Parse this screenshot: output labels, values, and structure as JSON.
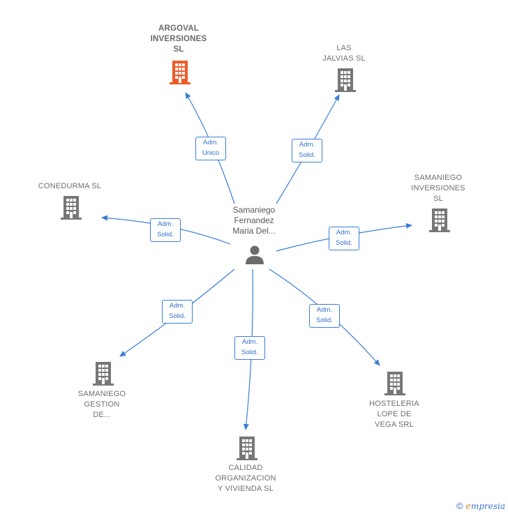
{
  "person": {
    "name": "Samaniego\nFernandez\nMaria Del...",
    "icon": "person-icon"
  },
  "companies": [
    {
      "key": "argoval",
      "name": "ARGOVAL\nINVERSIONES\nSL",
      "highlight": true,
      "color": "#f05a28"
    },
    {
      "key": "jalvias",
      "name": "LAS\nJALVIAS  SL",
      "highlight": false,
      "color": "#777777"
    },
    {
      "key": "conedurma",
      "name": "CONEDURMA SL",
      "highlight": false,
      "color": "#777777"
    },
    {
      "key": "samaniego-inversiones",
      "name": "SAMANIEGO\nINVERSIONES\nSL",
      "highlight": false,
      "color": "#777777"
    },
    {
      "key": "samaniego-gestion",
      "name": "SAMANIEGO\nGESTION\nDE...",
      "highlight": false,
      "color": "#777777"
    },
    {
      "key": "calidad",
      "name": "CALIDAD\nORGANIZACION\nY VIVIENDA SL",
      "highlight": false,
      "color": "#777777"
    },
    {
      "key": "hosteleria",
      "name": "HOSTELERIA\nLOPE DE\nVEGA SRL",
      "highlight": false,
      "color": "#777777"
    }
  ],
  "roles": {
    "argoval": "Adm.\nUnico",
    "jalvias": "Adm.\nSolid.",
    "conedurma": "Adm.\nSolid.",
    "samaniego_inversiones": "Adm.\nSolid.",
    "samaniego_gestion": "Adm.\nSolid.",
    "calidad": "Adm.\nSolid.",
    "hosteleria": "Adm.\nSolid."
  },
  "colors": {
    "edge": "#3b7dd8",
    "accent": "#f05a28",
    "building": "#777777"
  },
  "footer": {
    "copyright_symbol": "©",
    "brand_initial": "e",
    "brand_rest": "mpresia"
  }
}
